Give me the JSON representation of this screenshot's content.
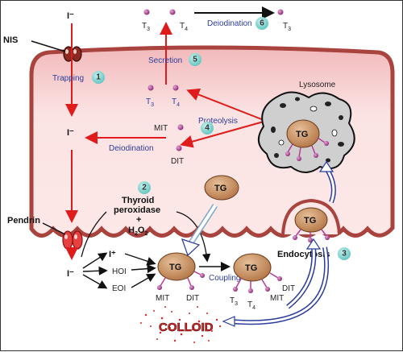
{
  "colors": {
    "cell_fill": "#f6cfd0",
    "cell_border": "#a8433e",
    "arrow_red": "#e01b1b",
    "label_blue": "#2b3d9c",
    "step_badge": "#7fd3cf",
    "tg_fill": "#c48a5a",
    "mit_dit_dot": "#b63a9a",
    "colloid_red": "#d42a2a",
    "lysosome_fill": "#c9c9c9"
  },
  "labels": {
    "i_minus_top": "I⁻",
    "nis": "NIS",
    "trapping": "Trapping",
    "step1": "1",
    "i_minus_mid": "I⁻",
    "deiodination_left": "Deiodination",
    "pendrin": "Pendrin",
    "i_minus_low": "I⁻",
    "t3_top": "T",
    "t3_top_sub": "3",
    "t4_top": "T",
    "t4_top_sub": "4",
    "deiodination_top": "Deiodination",
    "step6": "6",
    "t3_right": "T",
    "t3_right_sub": "3",
    "secretion": "Secretion",
    "step5": "5",
    "t3_sec": "T",
    "t3_sec_sub": "3",
    "t4_sec": "T",
    "t4_sec_sub": "4",
    "mit": "MIT",
    "dit": "DIT",
    "proteolysis": "Proteolysis",
    "step4": "4",
    "lysosome": "Lysosome",
    "tg": "TG",
    "step2": "2",
    "thyroid_peroxidase_1": "Thyroid",
    "thyroid_peroxidase_2": "peroxidase",
    "plus": "+",
    "h2o2_base": "H",
    "h2o2_2a": "2",
    "h2o2_O": "O",
    "h2o2_2b": "2",
    "i_plus": "I⁺",
    "hoi": "HOI",
    "eoi": "EOI",
    "coupling": "Coupling",
    "endocytosis": "Endocytosis",
    "step3": "3",
    "mit_low": "MIT",
    "dit_low": "DIT",
    "t3_low": "T",
    "t3_low_sub": "3",
    "t4_low": "T",
    "t4_low_sub": "4",
    "mit_low2": "MIT",
    "dit_low2": "DIT",
    "colloid": "COLLOID"
  }
}
